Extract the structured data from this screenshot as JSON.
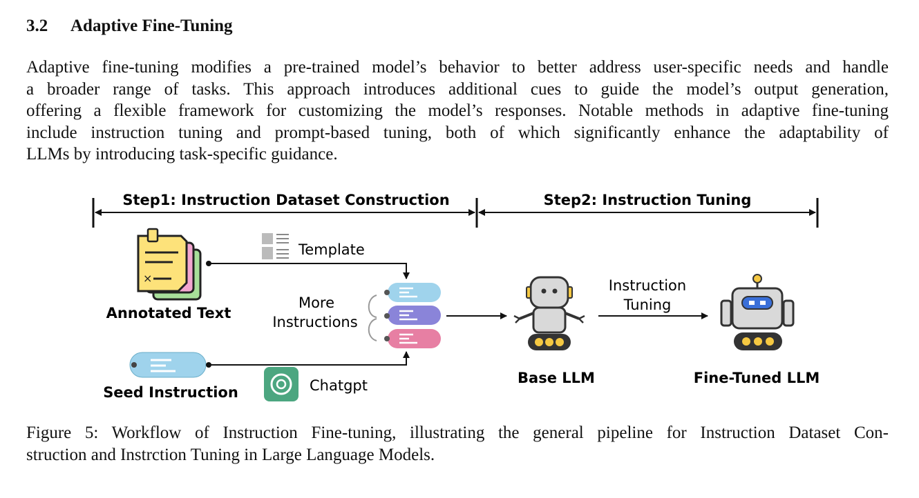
{
  "section": {
    "number": "3.2",
    "title": "Adaptive Fine-Tuning"
  },
  "paragraph": {
    "lines": [
      "Adaptive fine-tuning modifies a pre-trained model’s behavior to better address user-specific needs and handle",
      "a broader range of tasks. This approach introduces additional cues to guide the model’s output generation,",
      "offering a flexible framework for customizing the model’s responses. Notable methods in adaptive fine-tuning",
      "include instruction tuning and prompt-based tuning, both of which significantly enhance the adaptability of",
      "LLMs by introducing task-specific guidance."
    ]
  },
  "figure": {
    "step1": "Step1: Instruction Dataset Construction",
    "step2": "Step2: Instruction Tuning",
    "template": "Template",
    "annotated_text": "Annotated Text",
    "more_instructions_1": "More",
    "more_instructions_2": "Instructions",
    "seed_instruction": "Seed Instruction",
    "chatgpt": "Chatgpt",
    "instruction_tuning_1": "Instruction",
    "instruction_tuning_2": "Tuning",
    "base_llm": "Base LLM",
    "fine_tuned_llm": "Fine-Tuned LLM",
    "colors": {
      "card_blue": "#9fd3ec",
      "card_purple": "#8a84d9",
      "card_pink": "#e77fa3",
      "note_yellow": "#fde27a",
      "note_pink": "#f3a6d0",
      "note_green": "#a8df9a",
      "robot_gray": "#d9d9d9",
      "robot_yellow": "#f5c842",
      "chatgpt_green": "#4ca680"
    }
  },
  "caption": {
    "lines": [
      "Figure 5: Workflow of Instruction Fine-tuning, illustrating the general pipeline for Instruction Dataset Con-",
      "struction and Instrction Tuning in Large Language Models."
    ]
  }
}
